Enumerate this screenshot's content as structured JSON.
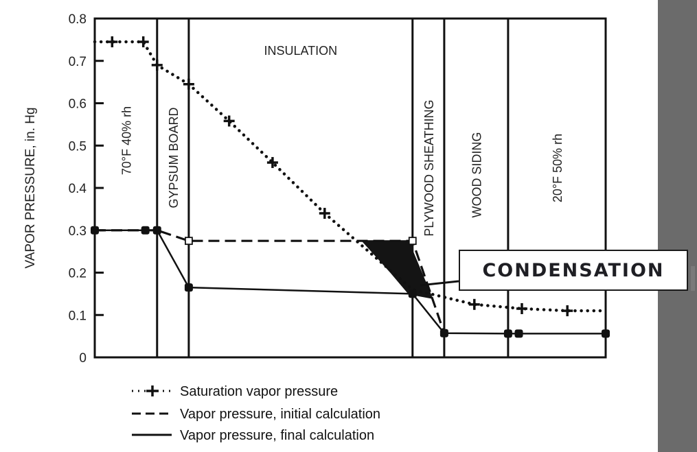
{
  "chart_data": {
    "type": "line",
    "title": "",
    "xlabel": "",
    "ylabel": "VAPOR PRESSURE, in. Hg",
    "ylim": [
      0,
      0.8
    ],
    "xlim": [
      0,
      100
    ],
    "yticks": [
      "0",
      "0.1",
      "0.2",
      "0.3",
      "0.4",
      "0.5",
      "0.6",
      "0.7",
      "0.8"
    ],
    "ytick_values": [
      0,
      0.1,
      0.2,
      0.3,
      0.4,
      0.5,
      0.6,
      0.7,
      0.8
    ],
    "grid": false,
    "layer_boundaries": [
      12.2,
      18.4,
      62.2,
      68.4,
      80.9
    ],
    "layers": [
      {
        "name": "70°F 40% rh",
        "from": 0,
        "to": 12.2,
        "orientation": "vertical"
      },
      {
        "name": "GYPSUM BOARD",
        "from": 12.2,
        "to": 18.4,
        "orientation": "vertical"
      },
      {
        "name": "INSULATION",
        "from": 18.4,
        "to": 62.2,
        "orientation": "horizontal"
      },
      {
        "name": "PLYWOOD SHEATHING",
        "from": 62.2,
        "to": 68.4,
        "orientation": "vertical"
      },
      {
        "name": "WOOD SIDING",
        "from": 68.4,
        "to": 80.9,
        "orientation": "vertical"
      },
      {
        "name": "20°F 50% rh",
        "from": 80.9,
        "to": 100,
        "orientation": "vertical"
      }
    ],
    "series": [
      {
        "name": "Saturation vapor pressure",
        "style": "dotted",
        "marker": "plus",
        "x": [
          0,
          3.4,
          9.5,
          12.2,
          18.4,
          26.3,
          34.8,
          45.0,
          62.2,
          74.3,
          83.6,
          92.5,
          100
        ],
        "y": [
          0.745,
          0.745,
          0.745,
          0.69,
          0.645,
          0.558,
          0.46,
          0.34,
          0.16,
          0.125,
          0.115,
          0.11,
          0.11
        ],
        "marker_indices": [
          1,
          2,
          3,
          4,
          5,
          6,
          7,
          9,
          10,
          11
        ]
      },
      {
        "name": "Vapor pressure, initial calculation",
        "style": "dashed",
        "marker": "open-square",
        "x": [
          0,
          12.2,
          18.4,
          62.2,
          68.4
        ],
        "y": [
          0.3,
          0.3,
          0.275,
          0.275,
          0.057
        ],
        "marker_indices": [
          2,
          3
        ]
      },
      {
        "name": "Vapor pressure, final calculation",
        "style": "solid",
        "marker": "filled",
        "x": [
          0,
          9.9,
          12.2,
          18.4,
          62.2,
          68.4,
          80.9,
          83.0,
          100
        ],
        "y": [
          0.3,
          0.3,
          0.3,
          0.165,
          0.15,
          0.057,
          0.056,
          0.056,
          0.056
        ],
        "marker_indices": [
          0,
          1,
          2,
          3,
          4,
          5,
          6,
          7,
          8
        ]
      }
    ],
    "condensation_region": {
      "x": [
        52.4,
        62.2,
        62.2,
        66.0,
        61.5,
        58.0
      ],
      "y": [
        0.275,
        0.275,
        0.25,
        0.14,
        0.15,
        0.2
      ]
    },
    "legend": {
      "placement": "bottom-left",
      "entries": [
        {
          "symbol": "··+··",
          "label": "Saturation vapor pressure"
        },
        {
          "symbol": "– – –",
          "label": "Vapor pressure, initial calculation"
        },
        {
          "symbol": "——",
          "label": "Vapor pressure, final calculation"
        }
      ]
    },
    "annotations": [
      {
        "text": "CONDENSATION",
        "points_to": "condensation_region"
      }
    ]
  },
  "callout": {
    "label": "CONDENSATION"
  },
  "colors": {
    "ink": "#111111",
    "band": "#6b6b6b",
    "callout_text": "#1f1f24"
  }
}
